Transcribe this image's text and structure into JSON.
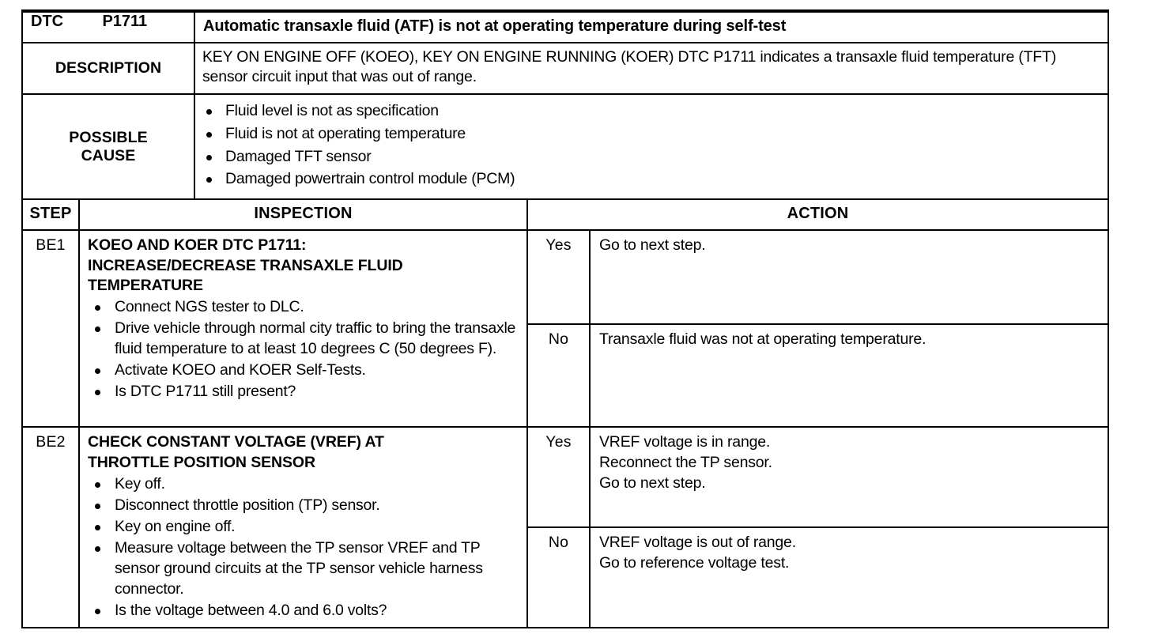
{
  "document": {
    "type": "diagnostic-trouble-code-table"
  },
  "dtc_row": {
    "keyword": "DTC",
    "code": "P1711",
    "title": "Automatic transaxle fluid (ATF) is not at operating temperature during self-test"
  },
  "description_row": {
    "label": "DESCRIPTION",
    "text": "KEY ON ENGINE OFF (KOEO), KEY ON ENGINE RUNNING (KOER) DTC P1711 indicates a transaxle fluid temperature (TFT) sensor circuit input that was out of range."
  },
  "possible_cause_row": {
    "label": "POSSIBLE\nCAUSE",
    "label_line1": "POSSIBLE",
    "label_line2": "CAUSE",
    "items": [
      "Fluid level is not as specification",
      "Fluid is not at operating temperature",
      "Damaged TFT sensor",
      "Damaged powertrain control module (PCM)"
    ]
  },
  "column_headers": {
    "step": "STEP",
    "inspection": "INSPECTION",
    "action": "ACTION"
  },
  "steps": [
    {
      "id": "BE1",
      "title": "KOEO AND KOER DTC P1711:\nINCREASE/DECREASE TRANSAXLE FLUID\nTEMPERATURE",
      "items": [
        "Connect NGS tester to DLC.",
        "Drive vehicle through normal city traffic to bring the transaxle fluid temperature to at least 10 degrees C (50 degrees F).",
        "Activate KOEO and KOER Self-Tests.",
        "Is DTC P1711 still present?"
      ],
      "results": [
        {
          "answer": "Yes",
          "action": "Go to next step."
        },
        {
          "answer": "No",
          "action": "Transaxle fluid was not at operating temperature."
        }
      ]
    },
    {
      "id": "BE2",
      "title": "CHECK CONSTANT VOLTAGE (VREF) AT\nTHROTTLE POSITION SENSOR",
      "items": [
        "Key off.",
        "Disconnect throttle position (TP) sensor.",
        "Key on engine off.",
        "Measure voltage between the TP sensor VREF and TP sensor ground circuits at the TP sensor vehicle harness connector.",
        "Is the voltage between 4.0 and 6.0 volts?"
      ],
      "results": [
        {
          "answer": "Yes",
          "action": "VREF voltage is in range.\nReconnect the TP sensor.\nGo to next step."
        },
        {
          "answer": "No",
          "action": "VREF voltage is out of range.\nGo to reference voltage test."
        }
      ]
    }
  ],
  "colors": {
    "ink": "#000000",
    "paper": "#ffffff"
  }
}
